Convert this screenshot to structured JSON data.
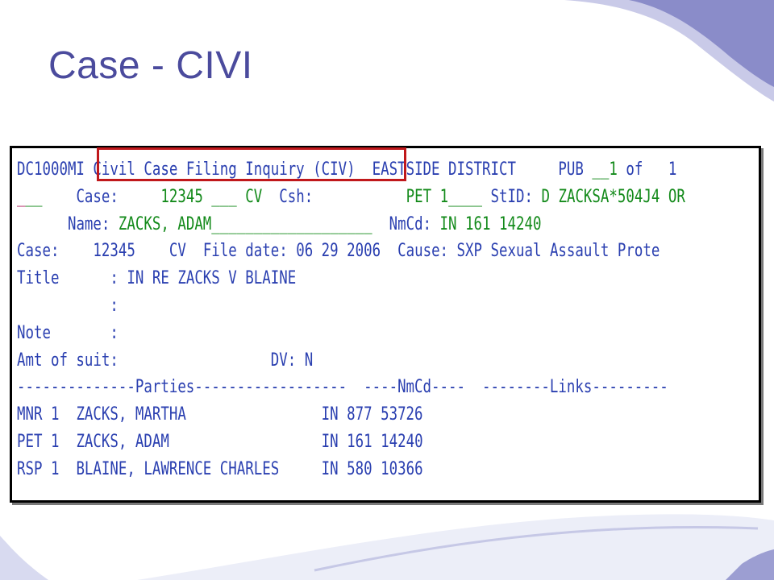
{
  "slide_title": "Case - CIVI",
  "colors": {
    "title": "#4b4b9d",
    "label_text": "#2a3fb0",
    "field_text": "#138a1a",
    "highlight_box": "#c0181b"
  },
  "screen": {
    "program_id": "DC1000MI",
    "screen_title": "Civil Case Filing Inquiry (CIV)",
    "district": "EASTSIDE DISTRICT",
    "pub_label": "PUB",
    "page_current": "__1",
    "page_of": "of",
    "page_total": "1",
    "cmd_cursor": "_",
    "cmd_field": "__",
    "case_label": "Case:",
    "case_number_input": "12345 ___",
    "case_type_input": "CV",
    "csh_label": "Csh:",
    "role_input": "PET 1____",
    "stid_label": "StID:",
    "stid_value": "D ZACKSA*504J4 OR",
    "name_label": "Name:",
    "name_input": "ZACKS, ADAM___________________",
    "nmcd_label": "NmCd:",
    "nmcd_value": "IN 161 14240",
    "detail_case_label": "Case:",
    "detail_case_number": "12345",
    "detail_case_type": "CV",
    "file_date_label": "File date:",
    "file_date_value": "06 29 2006",
    "cause_label": "Cause:",
    "cause_value": "SXP Sexual Assault Prote",
    "title_label": "Title",
    "colon": ":",
    "title_value": "IN RE ZACKS V BLAINE",
    "note_label": "Note",
    "amt_label": "Amt of suit:",
    "dv_label": "DV:",
    "dv_value": "N",
    "parties_header": "--------------Parties------------------",
    "nmcd_header": "----NmCd----",
    "links_header": "--------Links---------",
    "parties": [
      {
        "role": "MNR 1",
        "name": "ZACKS, MARTHA",
        "nmcd": "IN 877 53726"
      },
      {
        "role": "PET 1",
        "name": "ZACKS, ADAM",
        "nmcd": "IN 161 14240"
      },
      {
        "role": "RSP 1",
        "name": "BLAINE, LAWRENCE CHARLES",
        "nmcd": "IN 580 10366"
      }
    ]
  }
}
